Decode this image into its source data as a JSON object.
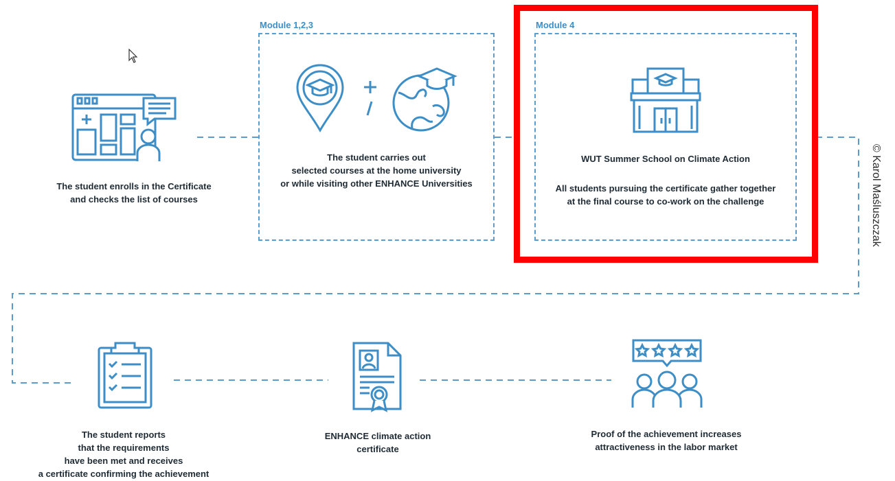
{
  "copyright": "© Karol Maśluszczak",
  "colors": {
    "accent": "#3d8ec6",
    "highlight": "#ff0000",
    "text": "#1f2b34"
  },
  "steps": {
    "enroll": {
      "icon": "enrollment-dashboard-icon",
      "caption": "The student enrolls in the Certificate\nand checks the list of courses"
    },
    "modules_123": {
      "label": "Module 1,2,3",
      "icons": [
        "location-pin-graduation-cap-icon",
        "plus-or-icon",
        "globe-graduation-cap-icon"
      ],
      "operator": "+ /",
      "caption": "The student carries out\nselected courses at the home university\nor while visiting other ENHANCE Universities"
    },
    "module_4": {
      "label": "Module 4",
      "icon": "university-building-icon",
      "title": "WUT Summer School on Climate Action",
      "caption": "All students pursuing the certificate gather together\nat the final course to co-work on the challenge"
    },
    "report": {
      "icon": "clipboard-checklist-icon",
      "caption": "The student reports\nthat the requirements\nhave been met and receives\na certificate confirming the achievement"
    },
    "certificate": {
      "icon": "certificate-document-icon",
      "caption": "ENHANCE climate action\ncertificate"
    },
    "proof": {
      "icon": "people-rating-stars-icon",
      "caption": "Proof of the achievement increases\nattractiveness in the labor market"
    }
  }
}
